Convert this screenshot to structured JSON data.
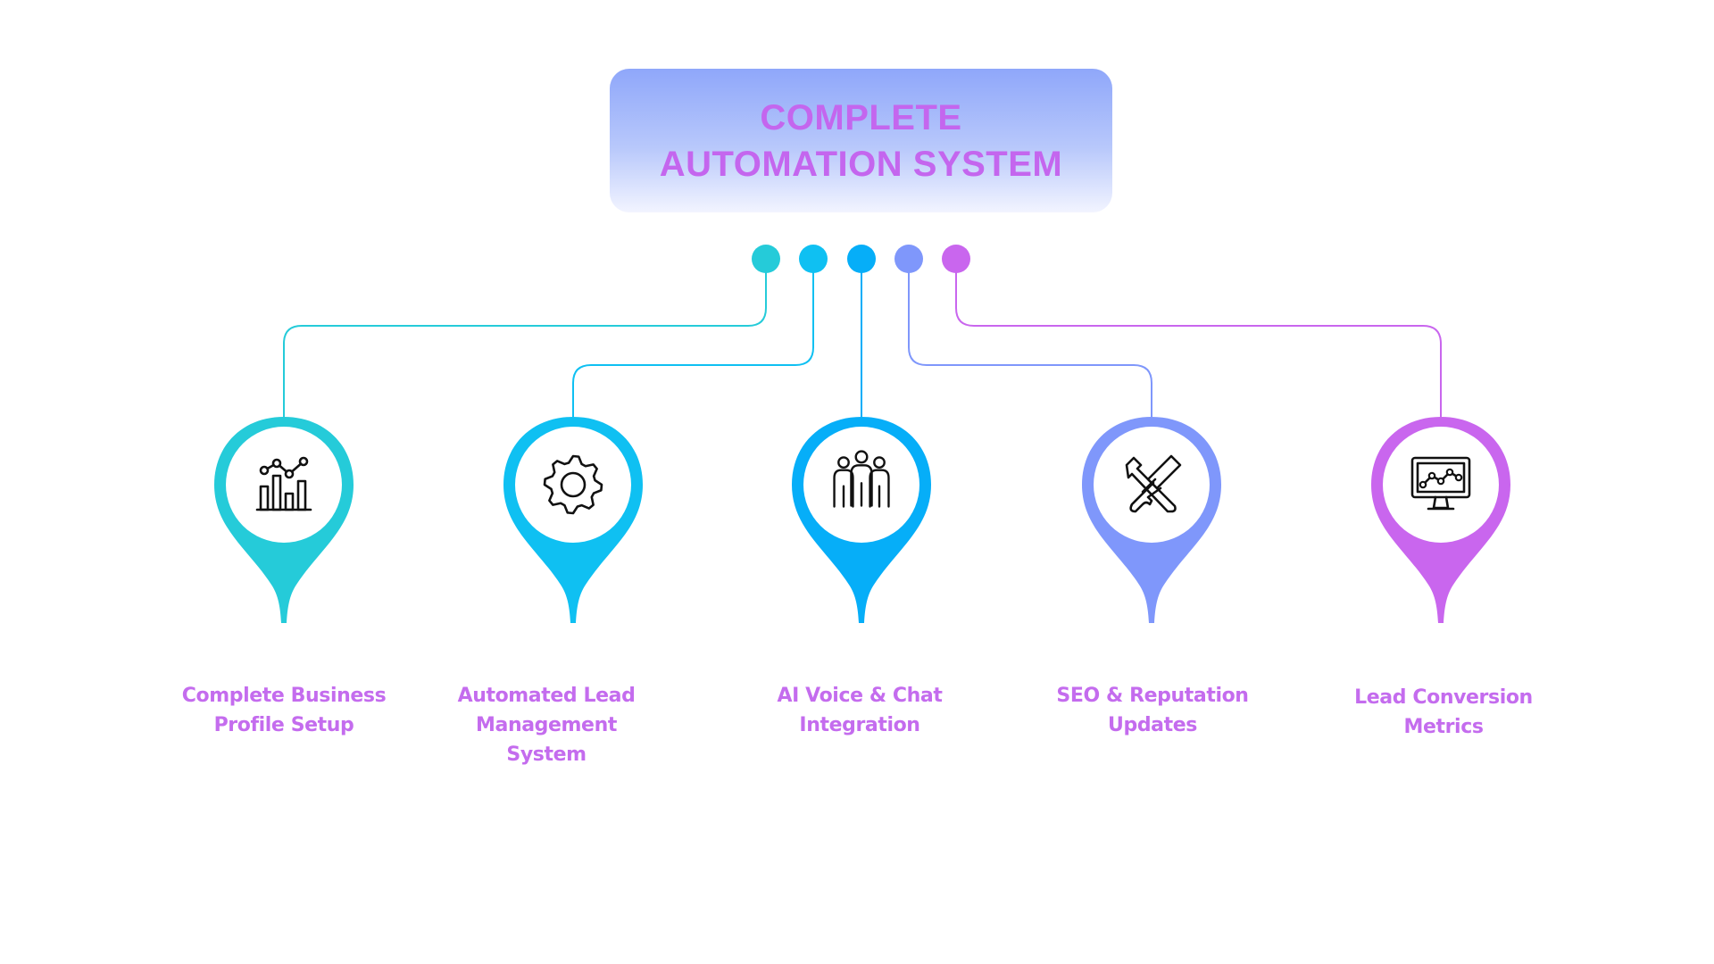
{
  "title": {
    "line1": "COMPLETE",
    "line2": "AUTOMATION SYSTEM"
  },
  "colors": {
    "title_text": "#c466ee",
    "label_text": "#c46cee",
    "title_box_top": "#8fa7fa",
    "title_box_bottom": "#f2f4ff"
  },
  "items": [
    {
      "label": "Complete Business Profile Setup",
      "icon": "bar-chart-icon",
      "color": "#25cbd9"
    },
    {
      "label": "Automated Lead Management System",
      "icon": "gear-icon",
      "color": "#0fc0f2"
    },
    {
      "label": "AI Voice & Chat Integration",
      "icon": "team-icon",
      "color": "#06aef8"
    },
    {
      "label": "SEO & Reputation Updates",
      "icon": "tools-icon",
      "color": "#7f97fb"
    },
    {
      "label": "Lead Conversion Metrics",
      "icon": "monitor-chart-icon",
      "color": "#c966ee"
    }
  ]
}
